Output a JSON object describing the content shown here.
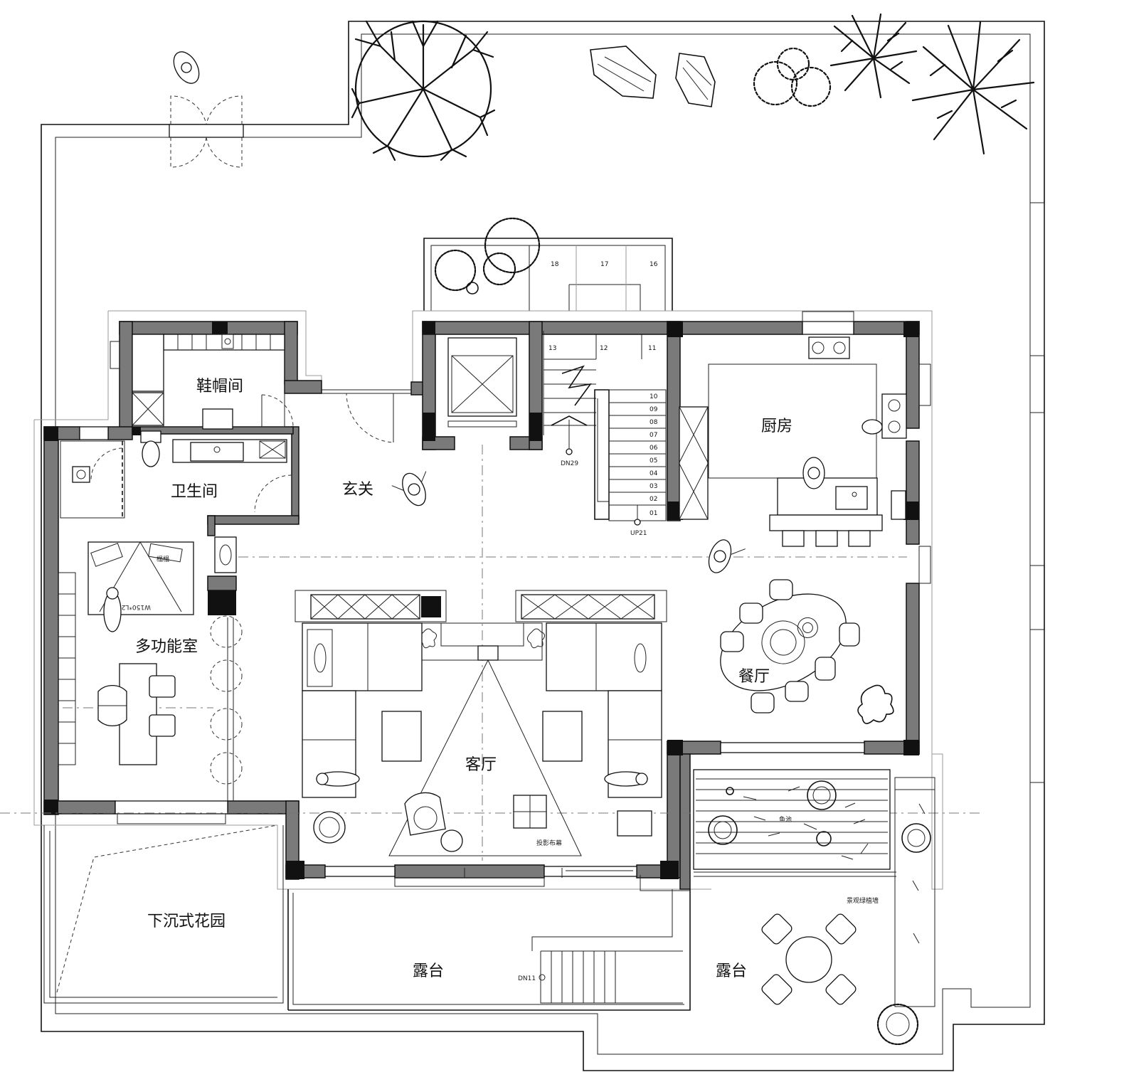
{
  "rooms": {
    "shoe_room": "鞋帽间",
    "bathroom": "卫生间",
    "entrance": "玄关",
    "kitchen": "厨房",
    "multi_room": "多功能室",
    "living_room": "客厅",
    "dining_room": "餐厅",
    "sunken_garden": "下沉式花园",
    "terrace_main": "露台",
    "terrace_east": "露台"
  },
  "annotations": {
    "projection_screen": "投影布幕",
    "fish_pond": "鱼池",
    "green_wall": "景观绿植墙",
    "bed_size": "W150*L200cm",
    "bed_label": "榻榻"
  },
  "stairs": {
    "down_main": "DN29",
    "up_main": "UP21",
    "down_terrace": "DN11",
    "flight_steps": [
      "10",
      "09",
      "08",
      "07",
      "06",
      "05",
      "04",
      "03",
      "02",
      "01"
    ],
    "landing_steps": [
      "13",
      "12",
      "11"
    ],
    "upper_steps": [
      "18",
      "17",
      "16"
    ]
  },
  "colors": {
    "wall_fill": "#7a7a7a",
    "line": "#111111",
    "background": "#ffffff"
  }
}
